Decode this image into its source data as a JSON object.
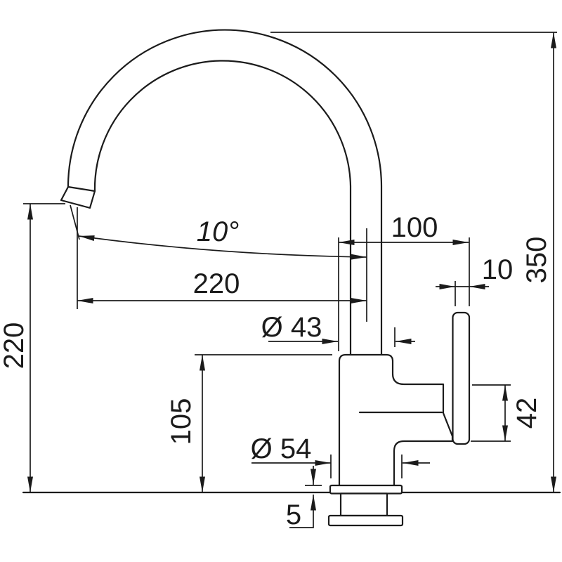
{
  "drawing": {
    "type": "technical-dimension-drawing",
    "subject": "Kitchen mixer tap (faucet) side view with swivel spout and side lever",
    "units": "mm",
    "line_color": "#1b1b1b",
    "background_color": "#ffffff"
  },
  "labels": {
    "total_height": "350",
    "outlet_height": "220",
    "reach": "220",
    "spout_angle": "10°",
    "handle_offset": "100",
    "handle_width": "10",
    "body_diameter": "Ø 43",
    "body_height": "105",
    "base_diameter": "Ø 54",
    "handle_height": "42",
    "base_plate_height": "5"
  },
  "parts": {
    "spout": "gooseneck-spout",
    "body": "faucet-body",
    "handle": "side-lever-handle",
    "flange": "base-flange",
    "shank": "mounting-shank",
    "nut": "mounting-nut",
    "reference": "countertop-line"
  }
}
